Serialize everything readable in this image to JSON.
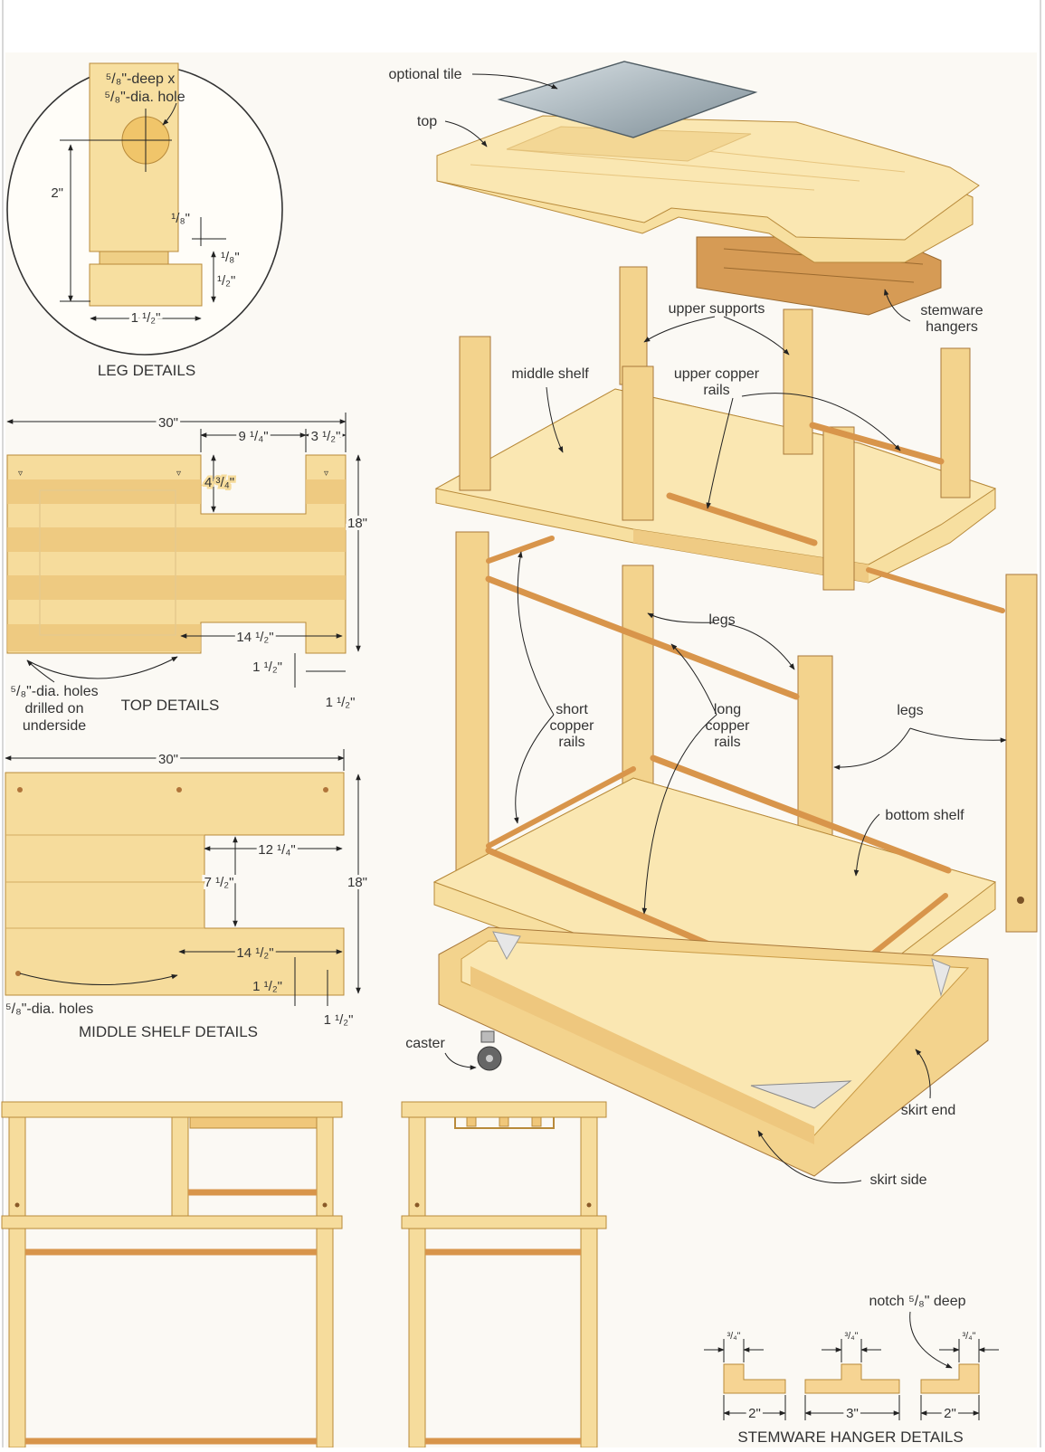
{
  "colors": {
    "background": "#fbf9f4",
    "wood_light": "#f9e4a8",
    "wood_mid": "#f1d08a",
    "wood_dark": "#e3b866",
    "wood_edge": "#c99a45",
    "copper": "#e0a35c",
    "tile": "#a9b8c0",
    "line": "#222222"
  },
  "leg_details": {
    "hole_label_1": "⁵/₈\"-deep x",
    "hole_label_2": "⁵/₈\"-dia. hole",
    "dim_2": "2\"",
    "dim_tenon": "¹/₈\"",
    "dim_shoulder": "¹/₈\"",
    "dim_half": "¹/₂\"",
    "dim_width": "1 ¹/₂\"",
    "caption": "LEG DETAILS"
  },
  "top_details": {
    "dim_30": "30\"",
    "dim_9_14": "9 ¹/₄\"",
    "dim_3_12": "3 ¹/₂\"",
    "dim_4_34": "4 ³/₄\"",
    "dim_18": "18\"",
    "dim_14_12": "14 ¹/₂\"",
    "dim_1_12_a": "1 ¹/₂\"",
    "dim_1_12_b": "1 ¹/₂\"",
    "holes_1": "⁵/₈\"-dia. holes",
    "holes_2": "drilled on",
    "holes_3": "underside",
    "caption": "TOP DETAILS"
  },
  "middle_shelf_details": {
    "dim_30": "30\"",
    "dim_12_14": "12 ¹/₄\"",
    "dim_7_12": "7 ¹/₂\"",
    "dim_18": "18\"",
    "dim_14_12": "14 ¹/₂\"",
    "dim_1_12_a": "1 ¹/₂\"",
    "dim_1_12_b": "1 ¹/₂\"",
    "holes": "⁵/₈\"-dia. holes",
    "caption": "MIDDLE SHELF DETAILS"
  },
  "exploded_view": {
    "optional_tile": "optional tile",
    "top": "top",
    "stemware_1": "stemware",
    "stemware_2": "hangers",
    "upper_supports": "upper supports",
    "middle_shelf": "middle shelf",
    "upper_copper_1": "upper copper",
    "upper_copper_2": "rails",
    "legs_center": "legs",
    "legs_right": "legs",
    "short_1": "short",
    "short_2": "copper",
    "short_3": "rails",
    "long_1": "long",
    "long_2": "copper",
    "long_3": "rails",
    "bottom_shelf": "bottom shelf",
    "caster": "caster",
    "skirt_end": "skirt end",
    "skirt_side": "skirt side"
  },
  "stemware_details": {
    "notch": "notch ⁵/₈\" deep",
    "d1": "³/₄\"",
    "d2": "³/₄\"",
    "d3": "³/₄\"",
    "w1": "2\"",
    "w2": "3\"",
    "w3": "2\"",
    "caption": "STEMWARE HANGER DETAILS"
  }
}
